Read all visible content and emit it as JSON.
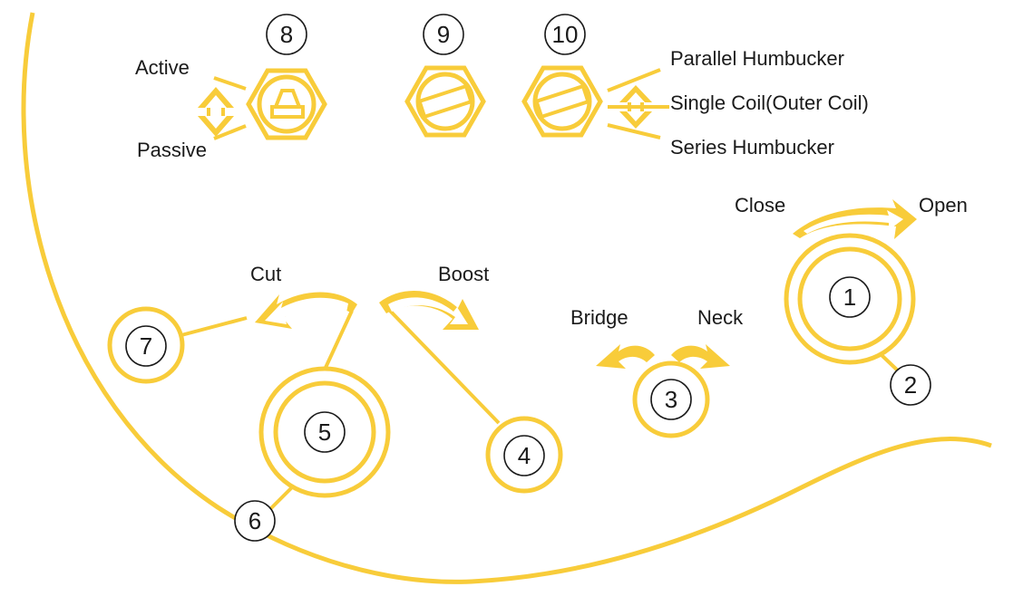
{
  "diagram": {
    "accent_color": "#F8CC3A",
    "labels": {
      "active": "Active",
      "passive": "Passive",
      "parallel_humbucker": "Parallel Humbucker",
      "single_coil": "Single Coil(Outer Coil)",
      "series_humbucker": "Series Humbucker",
      "close": "Close",
      "open": "Open",
      "cut": "Cut",
      "boost": "Boost",
      "bridge": "Bridge",
      "neck": "Neck"
    },
    "callouts": [
      "1",
      "2",
      "3",
      "4",
      "5",
      "6",
      "7",
      "8",
      "9",
      "10"
    ]
  }
}
